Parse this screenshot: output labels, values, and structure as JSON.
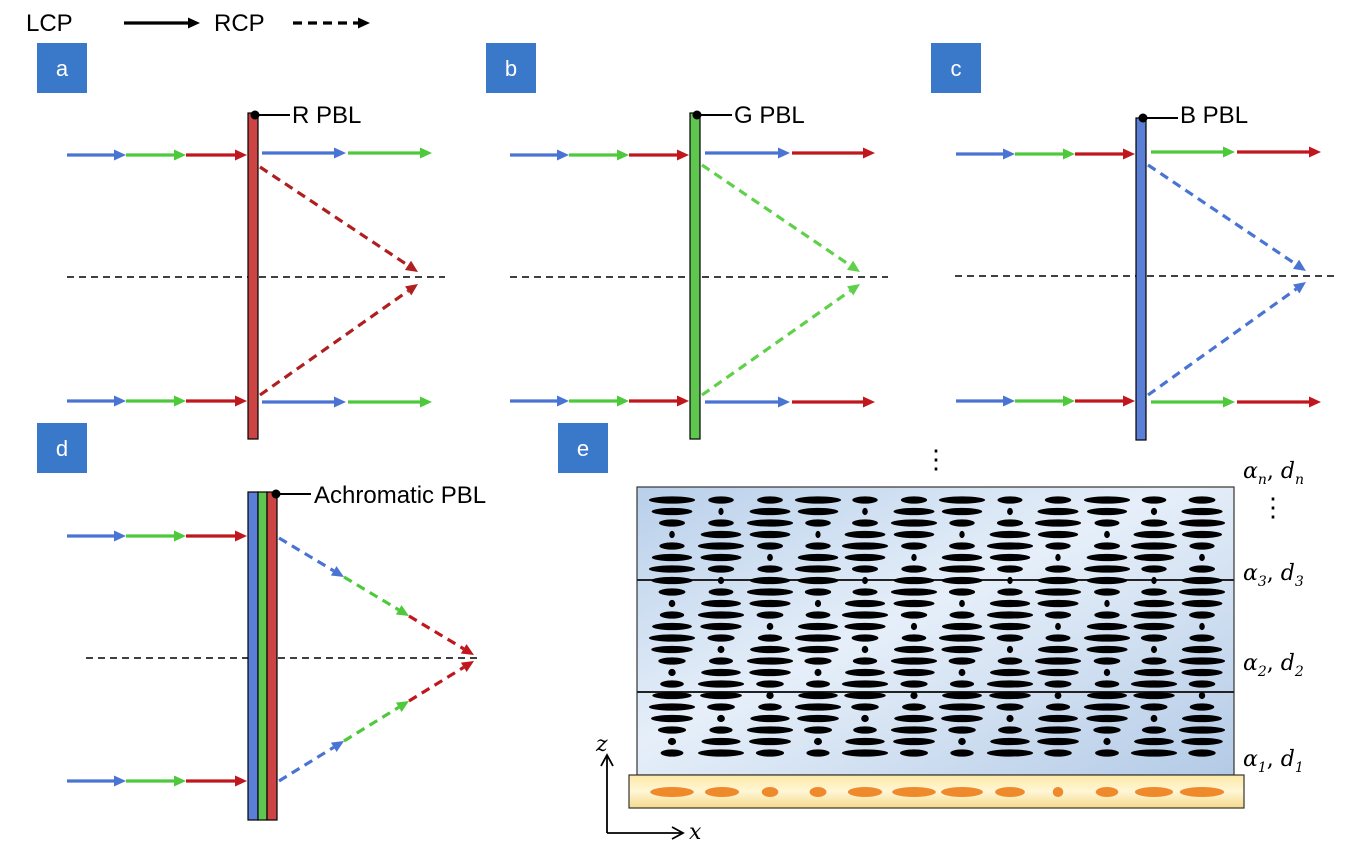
{
  "legend": {
    "solid_label": "LCP",
    "dashed_label": "RCP"
  },
  "panels": [
    {
      "letter": "a",
      "lens_label": "R PBL",
      "lens_color": "#cc4444",
      "focused": "#b01f1f",
      "top_out": [
        "#4a74d4",
        "#4ec93c"
      ],
      "bottom_out": [
        "#4a74d4",
        "#4ec93c"
      ]
    },
    {
      "letter": "b",
      "lens_label": "G PBL",
      "lens_color": "#5fc74f",
      "focused": "#5fd04a",
      "top_out": [
        "#4a74d4",
        "#c0171f"
      ],
      "bottom_out": [
        "#4a74d4",
        "#c0171f"
      ]
    },
    {
      "letter": "c",
      "lens_label": "B PBL",
      "lens_color": "#5b7fd6",
      "focused": "#4a74d4",
      "top_out": [
        "#4ec93c",
        "#c0171f"
      ],
      "bottom_out": [
        "#4ec93c",
        "#c0171f"
      ]
    },
    {
      "letter": "d",
      "lens_label": "Achromatic PBL",
      "lens_colors": [
        "#5b7fd6",
        "#5fc74f",
        "#cc4444"
      ]
    },
    {
      "letter": "e"
    }
  ],
  "input_beam": [
    "#4a74d4",
    "#4ec93c",
    "#c0171f"
  ],
  "layers": {
    "labels": [
      {
        "alpha_sub": "n",
        "d_sub": "n"
      },
      {
        "alpha_sub": "3",
        "d_sub": "3"
      },
      {
        "alpha_sub": "2",
        "d_sub": "2"
      },
      {
        "alpha_sub": "1",
        "d_sub": "1"
      }
    ],
    "alpha_symbol": "α",
    "d_symbol": "d",
    "separator": ",",
    "ellipsis": "⋮"
  },
  "axes": {
    "z_label": "z",
    "x_label": "x"
  },
  "colors": {
    "layer_bg": "#c9daee",
    "substrate": "#fbe8b0",
    "substrate_molecule": "#ef8a2c",
    "molecule": "#000000"
  }
}
